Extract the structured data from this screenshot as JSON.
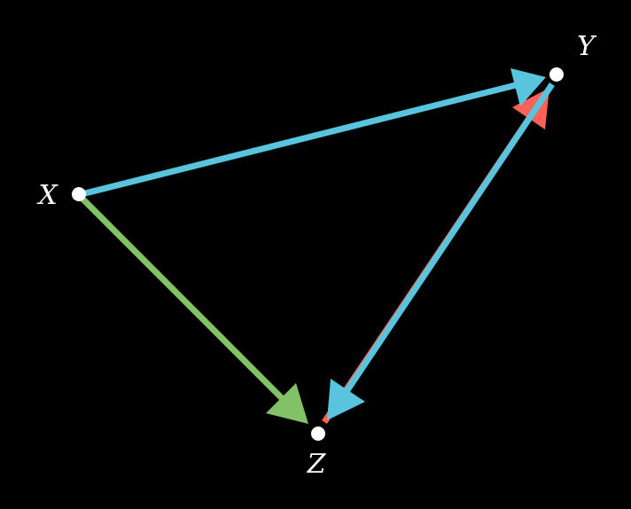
{
  "colors": {
    "background": "#000000",
    "node_fill": "#ffffff",
    "label_text": "#ffffff",
    "edge_blue": "#58c4dd",
    "edge_green": "#83c167",
    "edge_red": "#fc6255"
  },
  "nodes": {
    "x": {
      "label": "X"
    },
    "y": {
      "label": "Y"
    },
    "z": {
      "label": "Z"
    }
  },
  "edges": [
    {
      "id": "x-to-y",
      "from": "x",
      "to": "y",
      "color": "edge_blue"
    },
    {
      "id": "x-to-z",
      "from": "x",
      "to": "z",
      "color": "edge_green"
    },
    {
      "id": "y-to-z",
      "from": "y",
      "to": "z",
      "color": "edge_blue"
    },
    {
      "id": "z-to-y",
      "from": "z",
      "to": "y",
      "color": "edge_red"
    }
  ]
}
